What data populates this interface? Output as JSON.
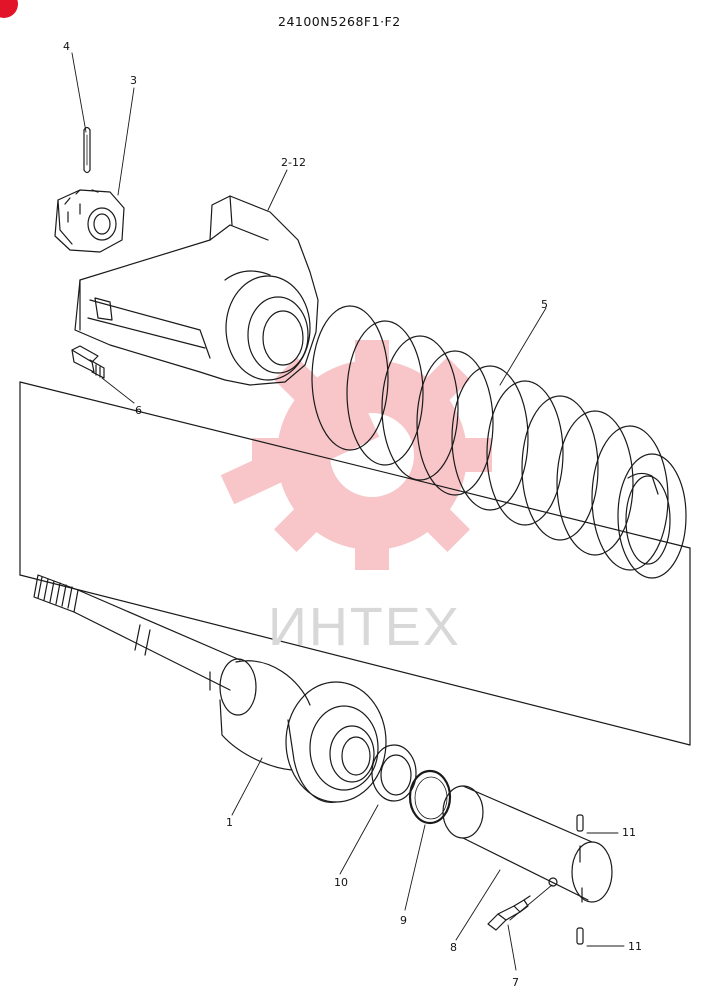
{
  "header": {
    "drawing_code": "24100N5268F1·F2"
  },
  "watermark": {
    "text": "ИНТЕХ",
    "color": "#f6b3b7"
  },
  "callouts": [
    {
      "id": "4",
      "label": "4"
    },
    {
      "id": "3",
      "label": "3"
    },
    {
      "id": "2-12",
      "label": "2-12"
    },
    {
      "id": "5",
      "label": "5"
    },
    {
      "id": "6",
      "label": "6"
    },
    {
      "id": "1",
      "label": "1"
    },
    {
      "id": "10",
      "label": "10"
    },
    {
      "id": "9",
      "label": "9"
    },
    {
      "id": "8",
      "label": "8"
    },
    {
      "id": "7",
      "label": "7"
    },
    {
      "id": "11a",
      "label": "11"
    },
    {
      "id": "11b",
      "label": "11"
    }
  ],
  "colors": {
    "ink": "#1a1a1a",
    "accent": "#e2142a"
  }
}
